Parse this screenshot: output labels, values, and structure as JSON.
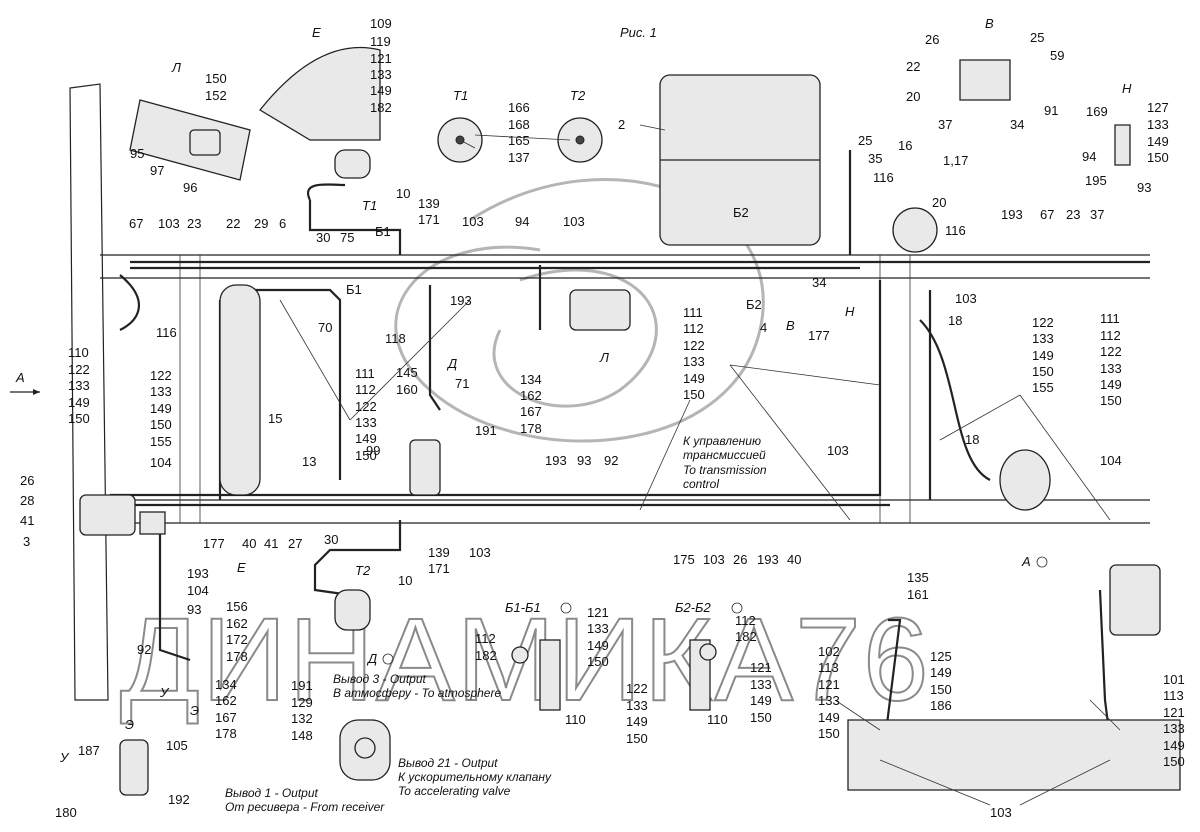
{
  "figure": {
    "caption": "Рис. 1",
    "watermark": "ДИНАМИКА76"
  },
  "view_letters": {
    "E": "Е",
    "L": "Л",
    "T1": "Т1",
    "T2": "Т2",
    "V": "В",
    "N": "Н",
    "A": "А",
    "D": "Д",
    "E2": "Э",
    "U": "У"
  },
  "section_titles": {
    "b1": "Б1-Б1",
    "b2": "Б2-Б2",
    "d_view": "Д",
    "a_view": "А"
  },
  "notes": {
    "transmission_ru_1": "К управлению",
    "transmission_ru_2": "трансмиссией",
    "transmission_en_1": "To transmission",
    "transmission_en_2": "control",
    "out3_1": "Вывод 3 - Output",
    "out3_2": "В атмосферу - To atmosphere",
    "out21_1": "Вывод 21 - Output",
    "out21_2": "К ускорительному клапану",
    "out21_3": "To accelerating valve",
    "out1_1": "Вывод 1 - Output",
    "out1_2": "От ресивера - From receiver"
  },
  "callouts": [
    {
      "id": "c1",
      "text": "109"
    },
    {
      "id": "c2",
      "text": "119"
    },
    {
      "id": "c3",
      "text": "121"
    },
    {
      "id": "c4",
      "text": "133"
    },
    {
      "id": "c5",
      "text": "149"
    },
    {
      "id": "c6",
      "text": "182"
    },
    {
      "id": "c7",
      "text": "150"
    },
    {
      "id": "c8",
      "text": "152"
    },
    {
      "id": "c9",
      "text": "95"
    },
    {
      "id": "c10",
      "text": "97"
    },
    {
      "id": "c11",
      "text": "96"
    },
    {
      "id": "c12",
      "text": "166"
    },
    {
      "id": "c13",
      "text": "168"
    },
    {
      "id": "c14",
      "text": "165"
    },
    {
      "id": "c15",
      "text": "137"
    },
    {
      "id": "c16",
      "text": "2"
    },
    {
      "id": "c17",
      "text": "26"
    },
    {
      "id": "c18",
      "text": "25"
    },
    {
      "id": "c19",
      "text": "59"
    },
    {
      "id": "c20",
      "text": "22"
    },
    {
      "id": "c21",
      "text": "20"
    },
    {
      "id": "c22",
      "text": "91"
    },
    {
      "id": "c23",
      "text": "37"
    },
    {
      "id": "c24",
      "text": "34"
    },
    {
      "id": "c25",
      "text": "169"
    },
    {
      "id": "c26",
      "text": "127"
    },
    {
      "id": "c27",
      "text": "133"
    },
    {
      "id": "c28",
      "text": "94"
    },
    {
      "id": "c29",
      "text": "149"
    },
    {
      "id": "c30",
      "text": "150"
    },
    {
      "id": "c31",
      "text": "195"
    },
    {
      "id": "c32",
      "text": "93"
    },
    {
      "id": "c33",
      "text": "10"
    },
    {
      "id": "c34",
      "text": "139"
    },
    {
      "id": "c35",
      "text": "171"
    },
    {
      "id": "c36",
      "text": "67"
    },
    {
      "id": "c37",
      "text": "103"
    },
    {
      "id": "c38",
      "text": "23"
    },
    {
      "id": "c39",
      "text": "22"
    },
    {
      "id": "c40",
      "text": "29"
    },
    {
      "id": "c41",
      "text": "6"
    },
    {
      "id": "c42",
      "text": "30"
    },
    {
      "id": "c43",
      "text": "75"
    },
    {
      "id": "c44",
      "text": "103"
    },
    {
      "id": "c45",
      "text": "94"
    },
    {
      "id": "c46",
      "text": "103"
    },
    {
      "id": "c47",
      "text": "25"
    },
    {
      "id": "c48",
      "text": "35"
    },
    {
      "id": "c49",
      "text": "16"
    },
    {
      "id": "c50",
      "text": "1,17"
    },
    {
      "id": "c51",
      "text": "116"
    },
    {
      "id": "c52",
      "text": "20"
    },
    {
      "id": "c53",
      "text": "116"
    },
    {
      "id": "c54",
      "text": "193"
    },
    {
      "id": "c55",
      "text": "67"
    },
    {
      "id": "c56",
      "text": "23"
    },
    {
      "id": "c57",
      "text": "37"
    },
    {
      "id": "c58",
      "text": "70"
    },
    {
      "id": "c59",
      "text": "116"
    },
    {
      "id": "c60",
      "text": "118"
    },
    {
      "id": "c61",
      "text": "193"
    },
    {
      "id": "c62",
      "text": "34"
    },
    {
      "id": "c63",
      "text": "177"
    },
    {
      "id": "c64",
      "text": "4"
    },
    {
      "id": "c65",
      "text": "103"
    },
    {
      "id": "c66",
      "text": "18"
    },
    {
      "id": "c67",
      "text": "110"
    },
    {
      "id": "c68",
      "text": "122"
    },
    {
      "id": "c69",
      "text": "133"
    },
    {
      "id": "c70",
      "text": "149"
    },
    {
      "id": "c71",
      "text": "150"
    },
    {
      "id": "c72",
      "text": "111"
    },
    {
      "id": "c73",
      "text": "112"
    },
    {
      "id": "c74",
      "text": "122"
    },
    {
      "id": "c75",
      "text": "133"
    },
    {
      "id": "c76",
      "text": "149"
    },
    {
      "id": "c77",
      "text": "150"
    },
    {
      "id": "c78",
      "text": "122"
    },
    {
      "id": "c79",
      "text": "133"
    },
    {
      "id": "c80",
      "text": "149"
    },
    {
      "id": "c81",
      "text": "150"
    },
    {
      "id": "c82",
      "text": "155"
    },
    {
      "id": "c83",
      "text": "111"
    },
    {
      "id": "c84",
      "text": "112"
    },
    {
      "id": "c85",
      "text": "122"
    },
    {
      "id": "c86",
      "text": "133"
    },
    {
      "id": "c87",
      "text": "149"
    },
    {
      "id": "c88",
      "text": "150"
    },
    {
      "id": "c89",
      "text": "145"
    },
    {
      "id": "c90",
      "text": "160"
    },
    {
      "id": "c91",
      "text": "71"
    },
    {
      "id": "c92",
      "text": "134"
    },
    {
      "id": "c93",
      "text": "162"
    },
    {
      "id": "c94",
      "text": "167"
    },
    {
      "id": "c95",
      "text": "178"
    },
    {
      "id": "c96",
      "text": "111"
    },
    {
      "id": "c97",
      "text": "112"
    },
    {
      "id": "c98",
      "text": "122"
    },
    {
      "id": "c99",
      "text": "133"
    },
    {
      "id": "c100",
      "text": "149"
    },
    {
      "id": "c101",
      "text": "150"
    },
    {
      "id": "c102",
      "text": "15"
    },
    {
      "id": "c103",
      "text": "122"
    },
    {
      "id": "c104",
      "text": "133"
    },
    {
      "id": "c105",
      "text": "149"
    },
    {
      "id": "c106",
      "text": "150"
    },
    {
      "id": "c107",
      "text": "155"
    },
    {
      "id": "c108",
      "text": "104"
    },
    {
      "id": "c109",
      "text": "191"
    },
    {
      "id": "c110",
      "text": "99"
    },
    {
      "id": "c111",
      "text": "13"
    },
    {
      "id": "c112",
      "text": "193"
    },
    {
      "id": "c113",
      "text": "93"
    },
    {
      "id": "c114",
      "text": "92"
    },
    {
      "id": "c115",
      "text": "103"
    },
    {
      "id": "c116",
      "text": "18"
    },
    {
      "id": "c117",
      "text": "104"
    },
    {
      "id": "c118",
      "text": "26"
    },
    {
      "id": "c119",
      "text": "28"
    },
    {
      "id": "c120",
      "text": "41"
    },
    {
      "id": "c121",
      "text": "3"
    },
    {
      "id": "c122",
      "text": "177"
    },
    {
      "id": "c123",
      "text": "40"
    },
    {
      "id": "c124",
      "text": "41"
    },
    {
      "id": "c125",
      "text": "27"
    },
    {
      "id": "c126",
      "text": "30"
    },
    {
      "id": "c127",
      "text": "139"
    },
    {
      "id": "c128",
      "text": "171"
    },
    {
      "id": "c129",
      "text": "103"
    },
    {
      "id": "c130",
      "text": "175"
    },
    {
      "id": "c131",
      "text": "103"
    },
    {
      "id": "c132",
      "text": "26"
    },
    {
      "id": "c133",
      "text": "193"
    },
    {
      "id": "c134",
      "text": "40"
    },
    {
      "id": "c135",
      "text": "10"
    },
    {
      "id": "c136",
      "text": "193"
    },
    {
      "id": "c137",
      "text": "104"
    },
    {
      "id": "c138",
      "text": "93"
    },
    {
      "id": "c139",
      "text": "92"
    },
    {
      "id": "c140",
      "text": "156"
    },
    {
      "id": "c141",
      "text": "162"
    },
    {
      "id": "c142",
      "text": "172"
    },
    {
      "id": "c143",
      "text": "178"
    },
    {
      "id": "c144",
      "text": "134"
    },
    {
      "id": "c145",
      "text": "162"
    },
    {
      "id": "c146",
      "text": "167"
    },
    {
      "id": "c147",
      "text": "178"
    },
    {
      "id": "c148",
      "text": "112"
    },
    {
      "id": "c149",
      "text": "182"
    },
    {
      "id": "c150",
      "text": "121"
    },
    {
      "id": "c151",
      "text": "133"
    },
    {
      "id": "c152",
      "text": "149"
    },
    {
      "id": "c153",
      "text": "150"
    },
    {
      "id": "c154",
      "text": "122"
    },
    {
      "id": "c155",
      "text": "133"
    },
    {
      "id": "c156",
      "text": "149"
    },
    {
      "id": "c157",
      "text": "150"
    },
    {
      "id": "c158",
      "text": "110"
    },
    {
      "id": "c159",
      "text": "112"
    },
    {
      "id": "c160",
      "text": "182"
    },
    {
      "id": "c161",
      "text": "121"
    },
    {
      "id": "c162",
      "text": "133"
    },
    {
      "id": "c163",
      "text": "149"
    },
    {
      "id": "c164",
      "text": "150"
    },
    {
      "id": "c165",
      "text": "110"
    },
    {
      "id": "c166",
      "text": "135"
    },
    {
      "id": "c167",
      "text": "161"
    },
    {
      "id": "c168",
      "text": "102"
    },
    {
      "id": "c169",
      "text": "113"
    },
    {
      "id": "c170",
      "text": "121"
    },
    {
      "id": "c171",
      "text": "133"
    },
    {
      "id": "c172",
      "text": "149"
    },
    {
      "id": "c173",
      "text": "150"
    },
    {
      "id": "c174",
      "text": "125"
    },
    {
      "id": "c175",
      "text": "149"
    },
    {
      "id": "c176",
      "text": "150"
    },
    {
      "id": "c177",
      "text": "186"
    },
    {
      "id": "c178",
      "text": "101"
    },
    {
      "id": "c179",
      "text": "113"
    },
    {
      "id": "c180",
      "text": "121"
    },
    {
      "id": "c181",
      "text": "133"
    },
    {
      "id": "c182",
      "text": "149"
    },
    {
      "id": "c183",
      "text": "150"
    },
    {
      "id": "c184",
      "text": "103"
    },
    {
      "id": "c185",
      "text": "191"
    },
    {
      "id": "c186",
      "text": "129"
    },
    {
      "id": "c187",
      "text": "132"
    },
    {
      "id": "c188",
      "text": "148"
    },
    {
      "id": "c189",
      "text": "187"
    },
    {
      "id": "c190",
      "text": "105"
    },
    {
      "id": "c191",
      "text": "180"
    },
    {
      "id": "c192",
      "text": "192"
    },
    {
      "id": "c193",
      "text": "Б2"
    },
    {
      "id": "c194",
      "text": "Б1"
    },
    {
      "id": "c195",
      "text": "Б1"
    },
    {
      "id": "c196",
      "text": "Б2"
    }
  ]
}
